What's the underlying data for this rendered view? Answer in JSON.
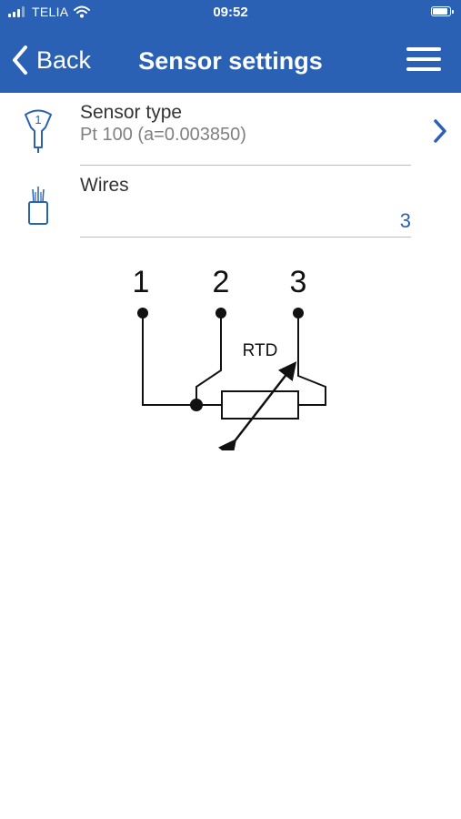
{
  "statusbar": {
    "carrier": "TELIA",
    "time": "09:52",
    "battery_level": 0.95
  },
  "navbar": {
    "back_label": "Back",
    "title": "Sensor settings",
    "icons": {
      "back": "chevron-left-icon",
      "menu": "hamburger-menu-icon"
    }
  },
  "settings": {
    "sensor_type": {
      "label": "Sensor type",
      "value": "Pt 100 (a=0.003850)",
      "icon_badge": "1",
      "icon": "sensor-probe-icon"
    },
    "wires": {
      "label": "Wires",
      "value": "3",
      "icon": "wire-bundle-icon"
    }
  },
  "diagram": {
    "terminals": [
      "1",
      "2",
      "3"
    ],
    "component_label": "RTD"
  },
  "colors": {
    "accent": "#2a61b4",
    "label_text": "#333333",
    "secondary_text": "#808080",
    "divider": "#bdbdbd"
  }
}
